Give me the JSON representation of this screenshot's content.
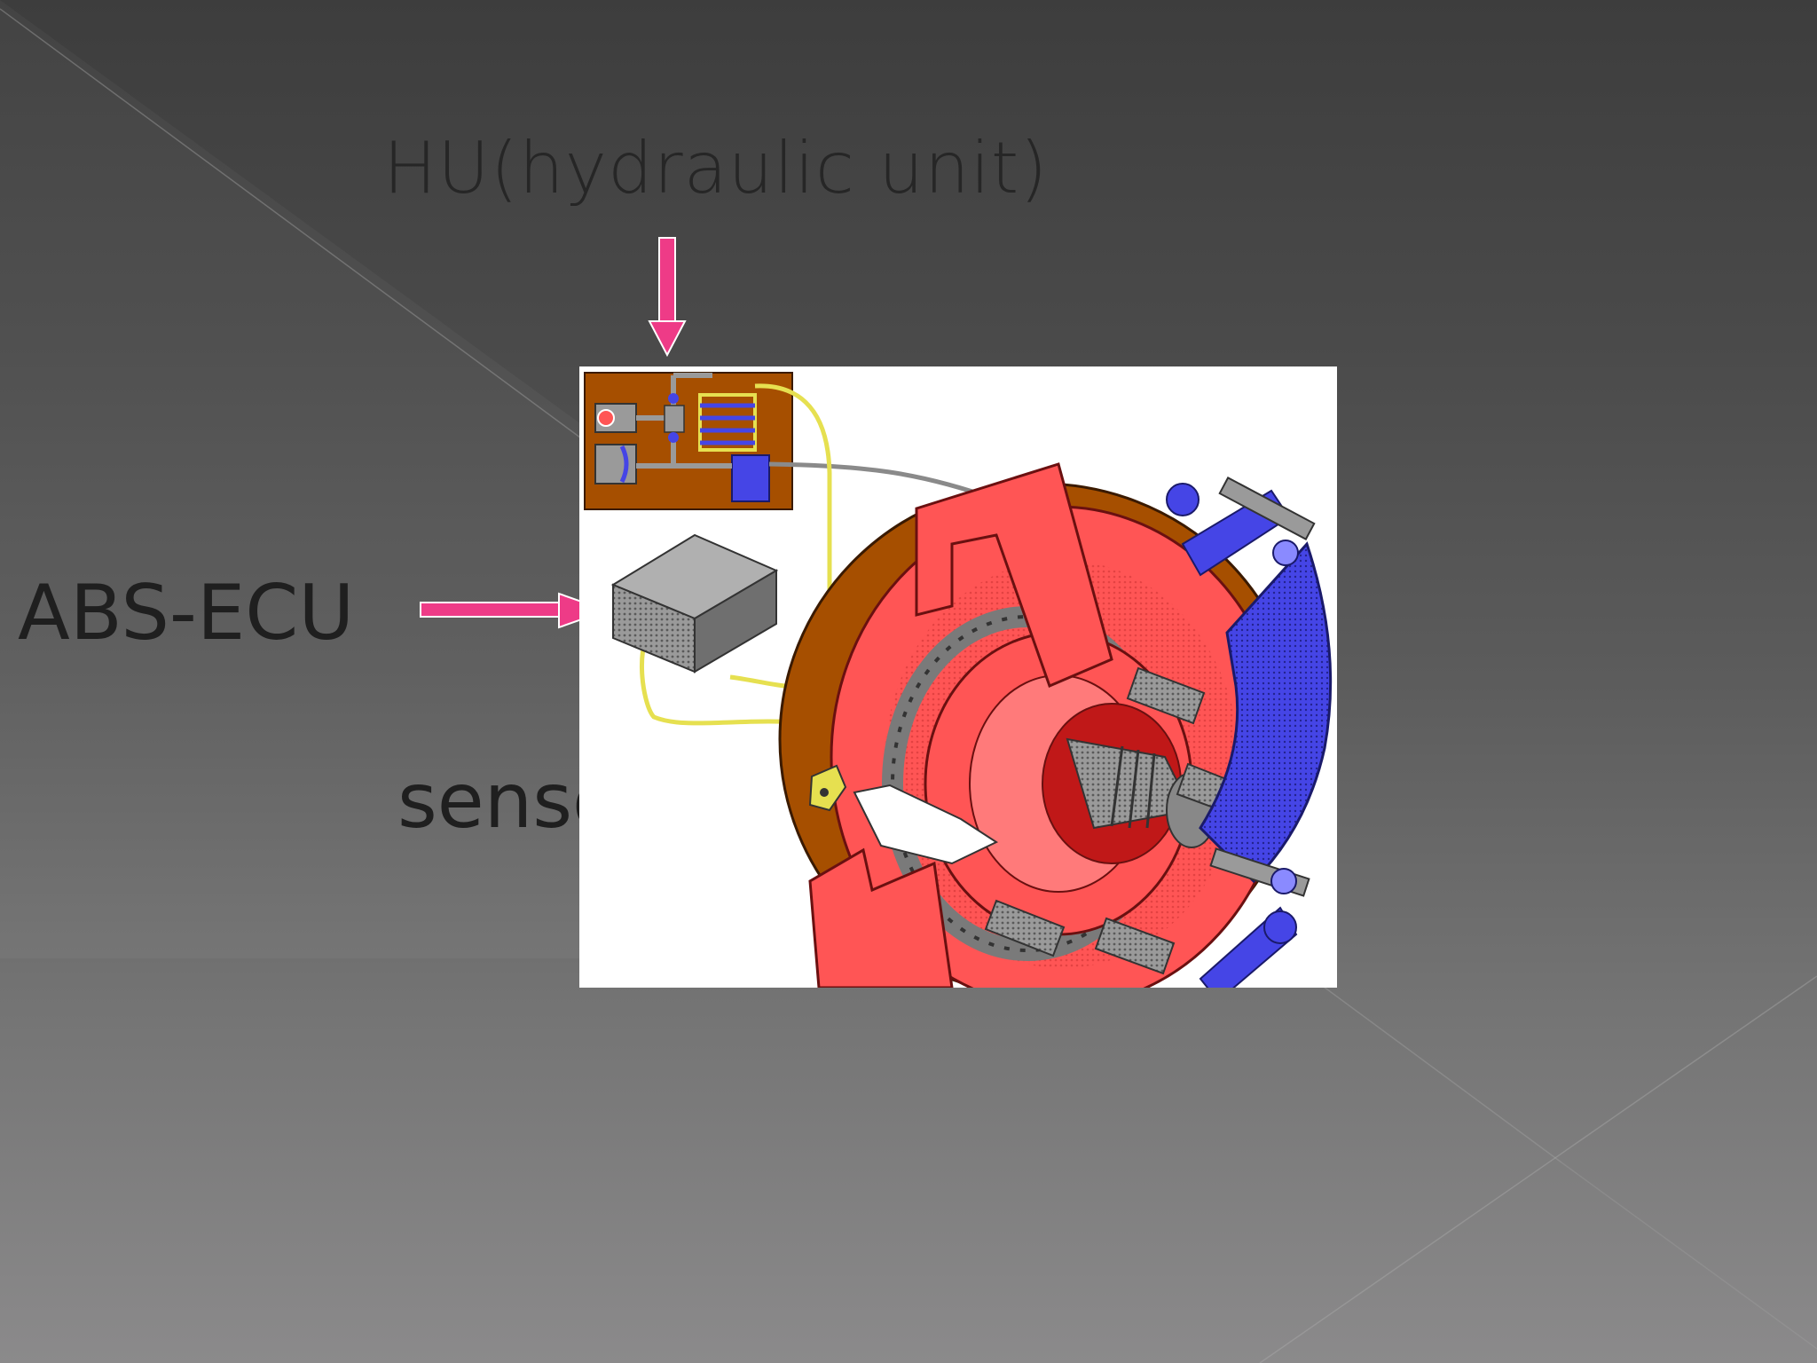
{
  "slide": {
    "labels": {
      "hydraulic_unit": "HU(hydraulic unit)",
      "abs_ecu": "ABS-ECU",
      "sensor": "sensor"
    },
    "colors": {
      "arrow": "#ee3b87",
      "rotor": "#ff5555",
      "caliper": "#4545e6",
      "backing_plate": "#a64f00",
      "wire": "#e6e050"
    }
  }
}
